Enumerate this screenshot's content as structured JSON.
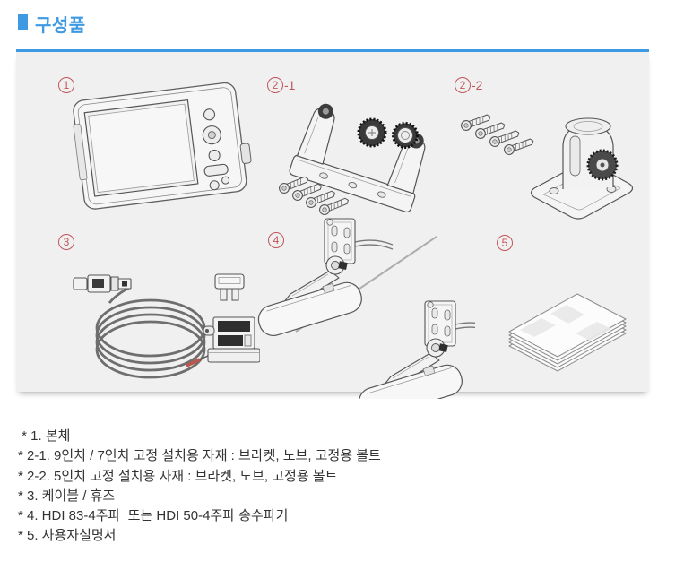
{
  "header": {
    "title": "구성품",
    "accent_color": "#3d9ae3"
  },
  "panel": {
    "background": "#f0f0f0",
    "label_color": "#c2555a"
  },
  "figures": [
    {
      "label_num": "1",
      "label_suffix": "",
      "name": "main-unit"
    },
    {
      "label_num": "2",
      "label_suffix": "-1",
      "name": "gimbal-bracket-kit"
    },
    {
      "label_num": "2",
      "label_suffix": "-2",
      "name": "pedestal-bracket-kit"
    },
    {
      "label_num": "3",
      "label_suffix": "",
      "name": "power-cable-and-fuse"
    },
    {
      "label_num": "4",
      "label_suffix": "",
      "name": "transducers"
    },
    {
      "label_num": "5",
      "label_suffix": "",
      "name": "user-manuals"
    }
  ],
  "list": {
    "items": [
      " * 1. 본체",
      "* 2-1. 9인치 / 7인치 고정 설치용 자재 : 브라켓, 노브, 고정용 볼트",
      "* 2-2. 5인치 고정 설치용 자재 : 브라켓, 노브, 고정용 볼트",
      "* 3. 케이블 / 휴즈",
      "* 4. HDI 83-4주파  또는 HDI 50-4주파 송수파기",
      "* 5. 사용자설명서"
    ]
  }
}
